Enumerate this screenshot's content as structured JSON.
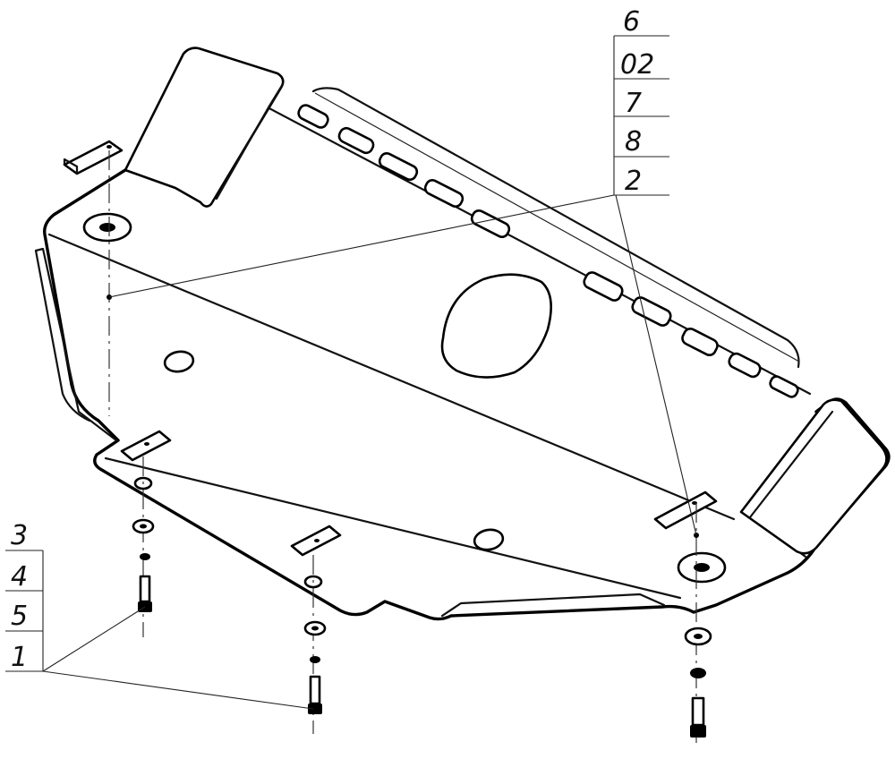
{
  "callouts_right": [
    {
      "id": "label-6",
      "text": "6"
    },
    {
      "id": "label-02",
      "text": "02"
    },
    {
      "id": "label-7",
      "text": "7"
    },
    {
      "id": "label-8",
      "text": "8"
    },
    {
      "id": "label-2",
      "text": "2"
    }
  ],
  "callouts_left": [
    {
      "id": "label-3",
      "text": "3"
    },
    {
      "id": "label-4",
      "text": "4"
    },
    {
      "id": "label-5",
      "text": "5"
    },
    {
      "id": "label-1",
      "text": "1"
    }
  ]
}
